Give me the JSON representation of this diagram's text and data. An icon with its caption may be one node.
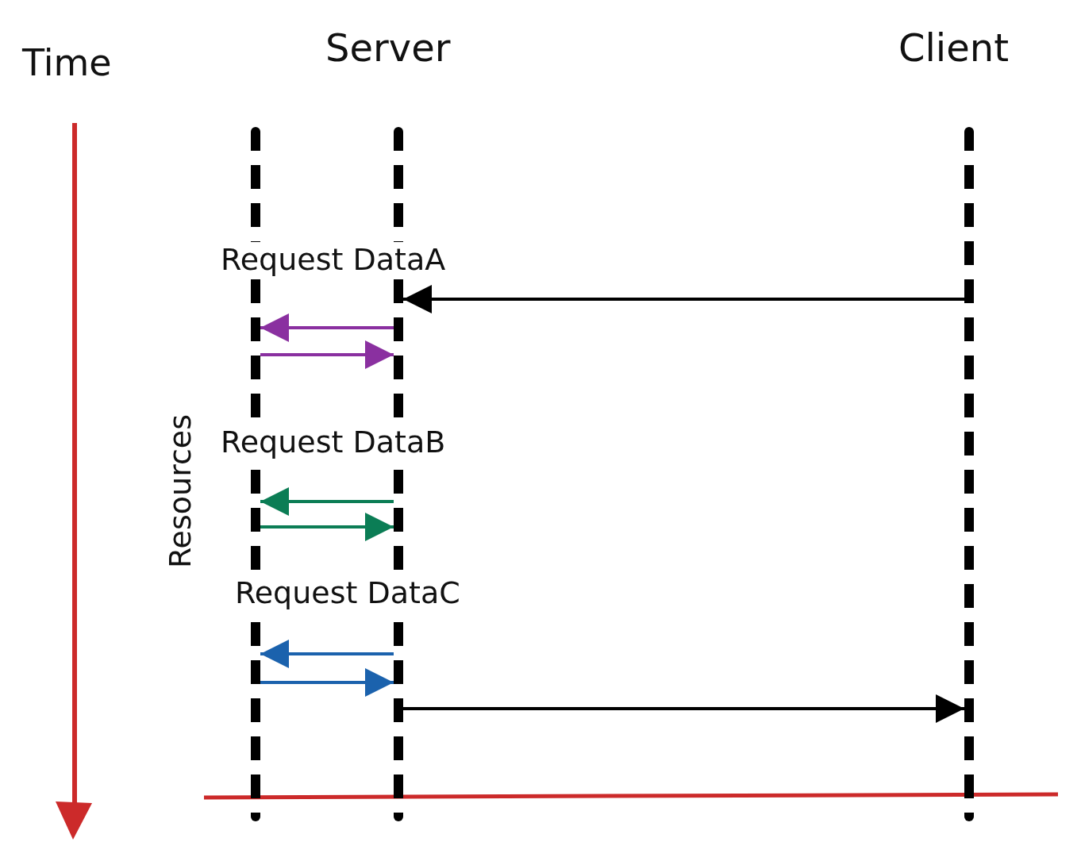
{
  "diagram": {
    "nodes": [
      {
        "text": [
          "Resources"
        ]
      },
      {
        "text": [
          "Server"
        ]
      },
      {
        "text": [
          "Client"
        ]
      }
    ],
    "edges": [
      {
        "from": 2,
        "to": 1,
        "arrow": "to"
      },
      {
        "from": 1,
        "to": 0,
        "arrow": "to",
        "color": "#8a30a0"
      },
      {
        "from": 0,
        "to": 1,
        "arrow": "to",
        "color": "#8a30a0"
      },
      {
        "from": 1,
        "to": 0,
        "arrow": "to",
        "color": "#0b7d55"
      },
      {
        "from": 0,
        "to": 1,
        "arrow": "to",
        "color": "#0b7d55"
      },
      {
        "from": 1,
        "to": 0,
        "arrow": "to",
        "color": "#1b62ad"
      },
      {
        "from": 0,
        "to": 1,
        "arrow": "to",
        "color": "#1b62ad"
      },
      {
        "from": 1,
        "to": 2,
        "arrow": "to"
      }
    ],
    "labels": [
      "Time",
      "Request DataA",
      "Request DataB",
      "Request DataC"
    ]
  }
}
